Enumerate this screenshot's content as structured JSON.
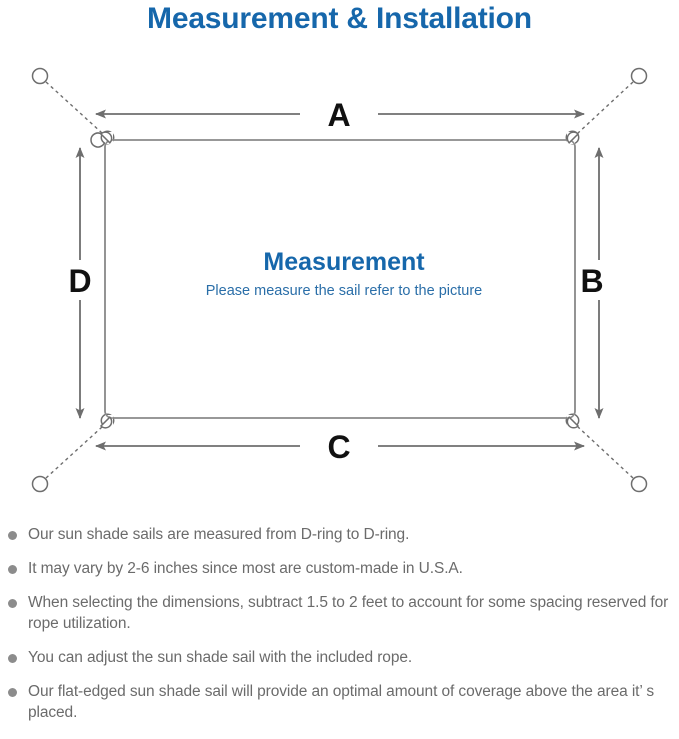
{
  "page": {
    "title": "Measurement & Installation",
    "title_color": "#1667ab",
    "background_color": "#ffffff"
  },
  "diagram": {
    "name": "shade-sail-measurement-diagram",
    "center_heading": "Measurement",
    "center_subtext": "Please measure the sail refer to the picture",
    "center_heading_color": "#1667ab",
    "center_subtext_color": "#2a6ea8",
    "line_color": "#6e6e6e",
    "sail_edge_color": "#8a8a8a",
    "label_color": "#111111",
    "dimension_labels": {
      "top": "A",
      "right": "B",
      "bottom": "C",
      "left": "D"
    },
    "elements": {
      "sail_shape": "rectangle",
      "corner_hardware": "d-ring",
      "anchor_point": "anchor-circle",
      "tether": "dashed-rope-line",
      "dimension_arrow": "double-headed-arrow"
    },
    "corner_count": 4,
    "anchor_count": 4
  },
  "notes": {
    "items": [
      "Our sun shade sails are measured from D-ring to D-ring.",
      "It may vary by 2-6 inches since most are custom-made in U.S.A.",
      "When selecting the dimensions, subtract 1.5 to 2 feet to account for some spacing reserved for rope utilization.",
      "You can adjust the sun shade sail with the included rope.",
      "Our flat-edged sun shade sail will provide an optimal amount of coverage above the area it’ s placed."
    ],
    "bullet_color": "#8c8c8c",
    "text_color": "#6b6b6b"
  }
}
